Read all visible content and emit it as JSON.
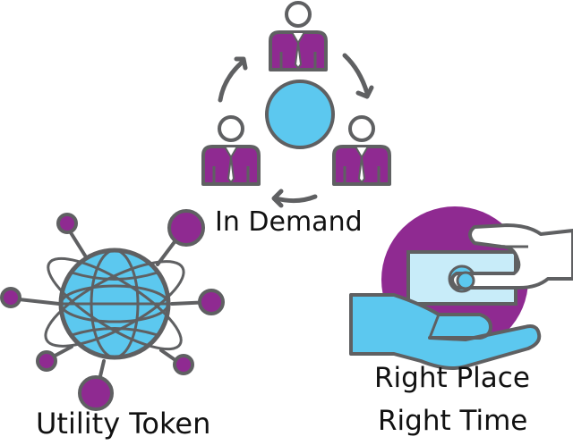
{
  "diagram": {
    "in_demand": {
      "label": "In Demand",
      "icon": "people-cycle-icon"
    },
    "utility_token": {
      "label": "Utility Token",
      "icon": "network-globe-icon"
    },
    "right_place_time": {
      "line1": "Right Place",
      "line2": "Right Time",
      "icon": "hand-money-exchange-icon"
    }
  },
  "colors": {
    "purple": "#8f2a91",
    "light_blue": "#5cc8ef",
    "pale_blue": "#c8ecf9",
    "outline_gray": "#5f6062",
    "text": "#111111"
  }
}
